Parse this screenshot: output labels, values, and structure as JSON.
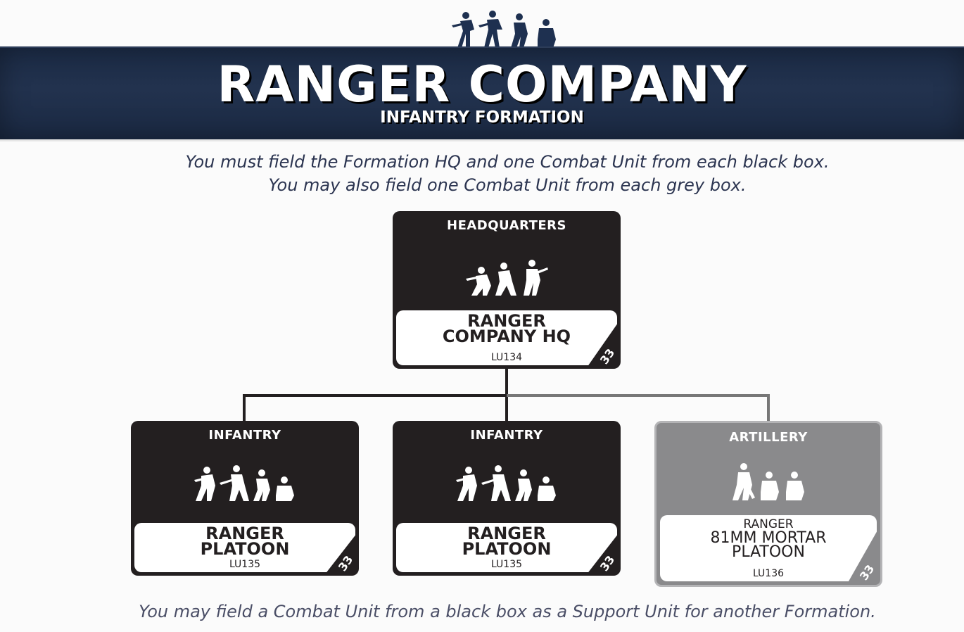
{
  "header": {
    "title": "RANGER COMPANY",
    "subtitle": "INFANTRY FORMATION",
    "logo_icon": "soldiers-silhouette-icon"
  },
  "instructions": {
    "line1": "You must field the Formation HQ and one Combat Unit from each black box.",
    "line2": "You may also field one Combat Unit from each grey box.",
    "footer": "You may field a Combat Unit from a black box as a Support Unit for another Formation."
  },
  "colors": {
    "banner": "#1f2e4a",
    "black_box": "#231f20",
    "grey_box": "#8a8a8c",
    "text_accent": "#2b3450"
  },
  "boxes": {
    "hq": {
      "category": "HEADQUARTERS",
      "name_line1": "RANGER",
      "name_line2": "COMPANY HQ",
      "code": "LU134",
      "page": "33",
      "style": "black"
    },
    "infantry1": {
      "category": "INFANTRY",
      "name_line1": "RANGER",
      "name_line2": "PLATOON",
      "code": "LU135",
      "page": "33",
      "style": "black"
    },
    "infantry2": {
      "category": "INFANTRY",
      "name_line1": "RANGER",
      "name_line2": "PLATOON",
      "code": "LU135",
      "page": "33",
      "style": "black"
    },
    "artillery": {
      "category": "ARTILLERY",
      "name_line1": "RANGER",
      "name_line2": "81MM MORTAR",
      "name_line3": "PLATOON",
      "code": "LU136",
      "page": "33",
      "style": "grey"
    }
  }
}
